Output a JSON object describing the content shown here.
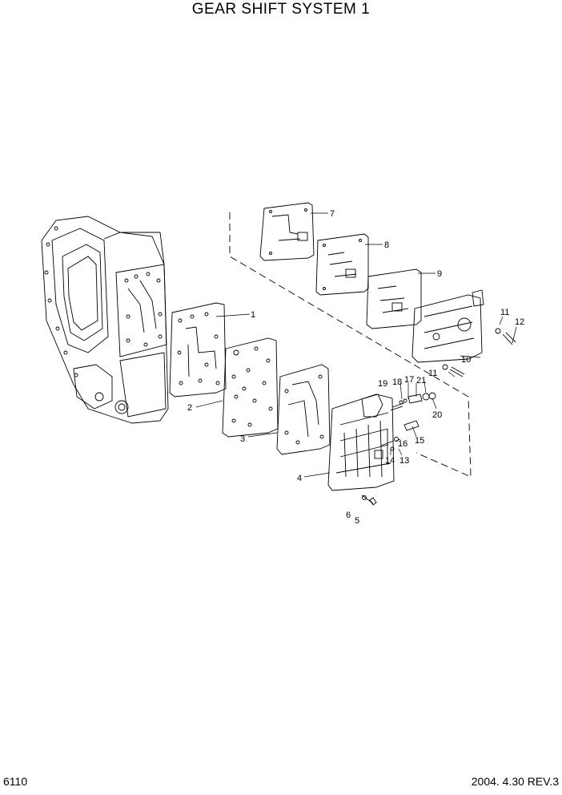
{
  "title": "GEAR SHIFT SYSTEM 1",
  "page_number": "6110",
  "revision": "2004. 4.30 REV.3",
  "callouts": [
    "1",
    "2",
    "3",
    "4",
    "5",
    "6",
    "7",
    "8",
    "9",
    "10",
    "11",
    "11",
    "12",
    "13",
    "14",
    "15",
    "16",
    "17",
    "18",
    "19",
    "20",
    "21"
  ]
}
